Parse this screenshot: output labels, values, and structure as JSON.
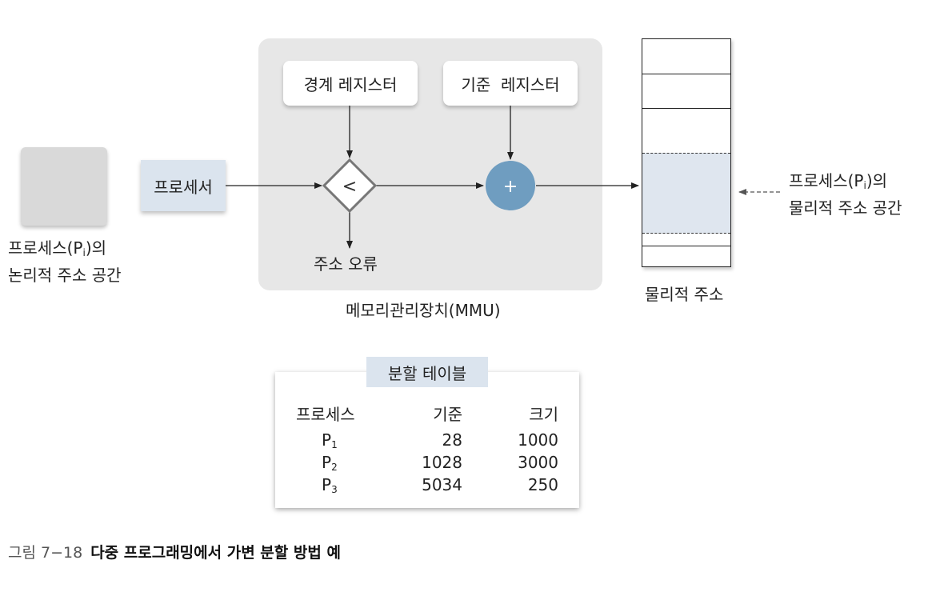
{
  "logical": {
    "label_line1": "프로세스(P",
    "label_sub": "i",
    "label_line1_end": ")의",
    "label_line2": "논리적 주소 공간"
  },
  "processor": {
    "label": "프로세서"
  },
  "mmu": {
    "label": "메모리관리장치(MMU)",
    "limit_register": "경계 레지스터",
    "base_register": "기준  레지스터",
    "compare_symbol": "<",
    "add_symbol": "+",
    "error_label": "주소 오류"
  },
  "physical": {
    "label": "물리적 주소",
    "space_line1": "프로세스(P",
    "space_sub": "i",
    "space_line1_end": ")의",
    "space_line2": "물리적 주소 공간"
  },
  "partition_table": {
    "title": "분할 테이블",
    "headers": [
      "프로세스",
      "기준",
      "크기"
    ],
    "rows": [
      {
        "process": "P",
        "sub": "1",
        "base": "28",
        "size": "1000"
      },
      {
        "process": "P",
        "sub": "2",
        "base": "1028",
        "size": "3000"
      },
      {
        "process": "P",
        "sub": "3",
        "base": "5034",
        "size": "250"
      }
    ]
  },
  "caption": {
    "number": "그림 7−18",
    "title": "다중 프로그래밍에서 가변 분할 방법 예"
  },
  "colors": {
    "mmu_bg": "#e7e7e7",
    "processor_fill": "#dbe4ee",
    "adder_fill": "#6f9dc0",
    "highlight_fill": "#dfe6ef",
    "logical_fill": "#d9d9d9"
  }
}
